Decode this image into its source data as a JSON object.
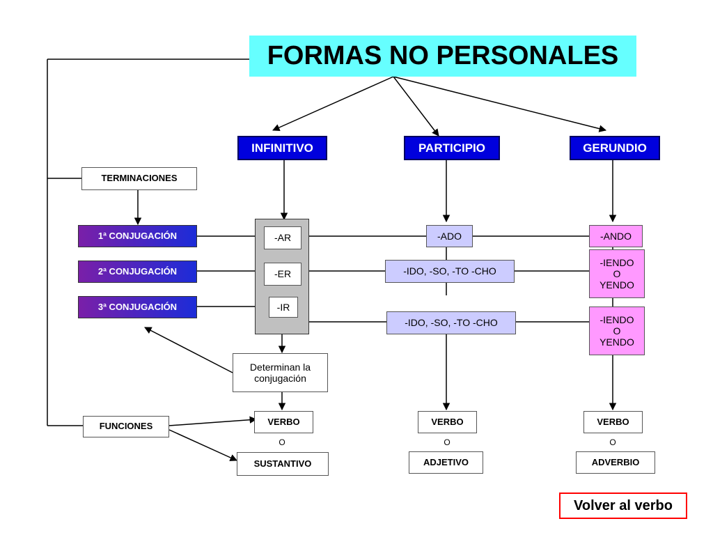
{
  "title": "FORMAS NO PERSONALES",
  "heads": {
    "infinitivo": "INFINITIVO",
    "participio": "PARTICIPIO",
    "gerundio": "GERUNDIO"
  },
  "terminaciones": "TERMINACIONES",
  "conjugaciones": [
    "1ª CONJUGACIÓN",
    "2ª CONJUGACIÓN",
    "3ª CONJUGACIÓN"
  ],
  "infinitivo_endings": [
    "-AR",
    "-ER",
    "-IR"
  ],
  "participio_endings": [
    "-ADO",
    "-IDO, -SO, -TO -CHO",
    "-IDO, -SO, -TO -CHO"
  ],
  "gerundio_endings": [
    "-ANDO",
    "-IENDO\nO\nYENDO",
    "-IENDO\nO\nYENDO"
  ],
  "determinan": "Determinan la conjugación",
  "funciones": "FUNCIONES",
  "verbo": "VERBO",
  "o": "O",
  "functions": {
    "infinitivo": "SUSTANTIVO",
    "participio": "ADJETIVO",
    "gerundio": "ADVERBIO"
  },
  "back_button": "Volver al verbo",
  "colors": {
    "title_bg": "#66ffff",
    "head_bg": "#0000dd",
    "participio_bg": "#ccccff",
    "gerundio_bg": "#ff99ff",
    "back_border": "#ff0000"
  }
}
